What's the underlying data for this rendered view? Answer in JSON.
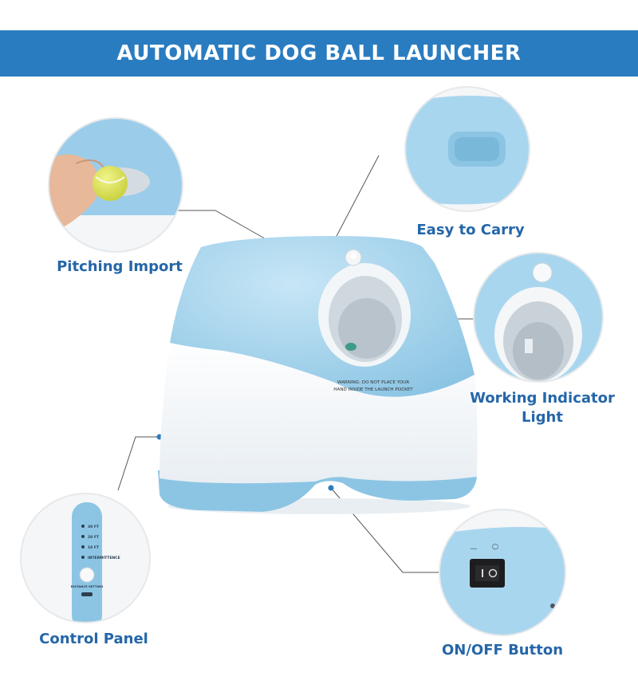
{
  "banner": {
    "title": "AUTOMATIC DOG BALL LAUNCHER"
  },
  "features": {
    "pitching_import": "Pitching Import",
    "easy_to_carry": "Easy to Carry",
    "working_indicator_line1": "Working Indicator",
    "working_indicator_line2": "Light",
    "control_panel": "Control Panel",
    "on_off_button": "ON/OFF Button"
  },
  "device": {
    "warning_line1": "WARNING: DO NOT PLACE YOUR",
    "warning_line2": "HAND INSIDE THE LAUNCH POCKET"
  },
  "control_panel_detail": {
    "distance_options": [
      "30 FT",
      "20 FT",
      "10 FT",
      "INTERMITTENCE"
    ],
    "button_caption": "DISTANCE SETTING"
  },
  "switch_detail": {
    "on_mark": "I",
    "off_mark": "O"
  },
  "colors": {
    "banner": "#2a7cc0",
    "label": "#2566a8",
    "device_blue": "#a9d6ef",
    "device_white": "#f7f9fb",
    "ball": "#e4ea5a"
  }
}
